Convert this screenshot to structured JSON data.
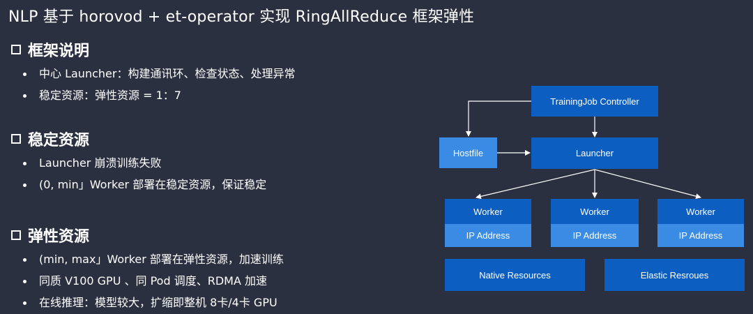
{
  "title": "NLP 基于 horovod + et-operator 实现 RingAllReduce 框架弹性",
  "sections": [
    {
      "heading": "框架说明",
      "bullets": [
        "中心 Launcher：构建通讯环、检查状态、处理异常",
        "稳定资源：弹性资源 = 1：7"
      ]
    },
    {
      "heading": "稳定资源",
      "bullets": [
        "Launcher 崩溃训练失败",
        "(0, min」Worker 部署在稳定资源，保证稳定"
      ]
    },
    {
      "heading": "弹性资源",
      "bullets": [
        "(min, max」Worker 部署在弹性资源，加速训练",
        "同质 V100 GPU 、同 Pod 调度、RDMA 加速",
        "在线推理：模型较大，扩缩即整机 8卡/4卡 GPU"
      ]
    }
  ],
  "diagram": {
    "controller": "TrainingJob Controller",
    "launcher": "Launcher",
    "hostfile": "Hostfile",
    "workers": [
      {
        "name": "Worker",
        "ip": "IP Address"
      },
      {
        "name": "Worker",
        "ip": "IP Address"
      },
      {
        "name": "Worker",
        "ip": "IP Address"
      }
    ],
    "native": "Native Resources",
    "elastic": "Elastic Resroues"
  },
  "colors": {
    "background": "#2a303f",
    "box_dark": "#0d5ec1",
    "box_light": "#3a8be3"
  },
  "icons": [
    "checkbox-icon",
    "bullet-dot-icon"
  ]
}
